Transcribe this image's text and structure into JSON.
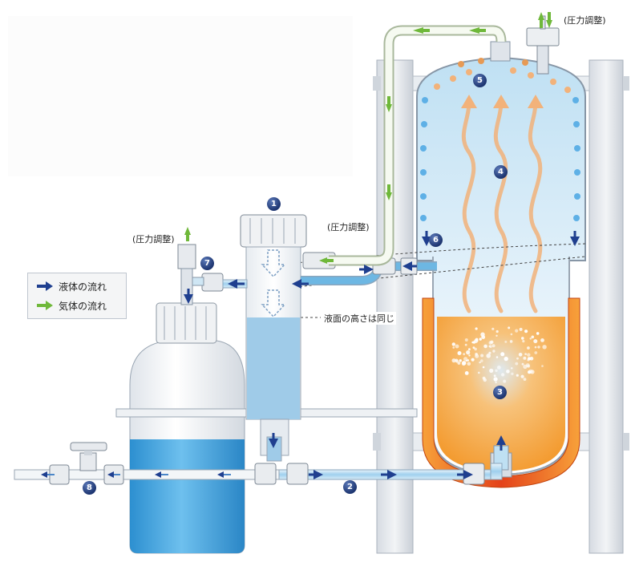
{
  "legend": {
    "liquid_flow": "液体の流れ",
    "gas_flow": "気体の流れ"
  },
  "labels": {
    "pressure_top_right": "(圧力調整)",
    "pressure_middle": "(圧力調整)",
    "pressure_left": "(圧力調整)",
    "liquid_level": "液面の高さは同じ"
  },
  "markers": [
    "1",
    "2",
    "3",
    "4",
    "5",
    "6",
    "7",
    "8"
  ],
  "colors": {
    "liquid_arrow": "#1f3f8f",
    "gas_arrow": "#6fb83a",
    "badge": "#1d3570",
    "heater": "#e8561c",
    "hot_liquid": "#f6a53a",
    "water": "#3e9fd8",
    "steam_arrow": "#f2b27a"
  }
}
